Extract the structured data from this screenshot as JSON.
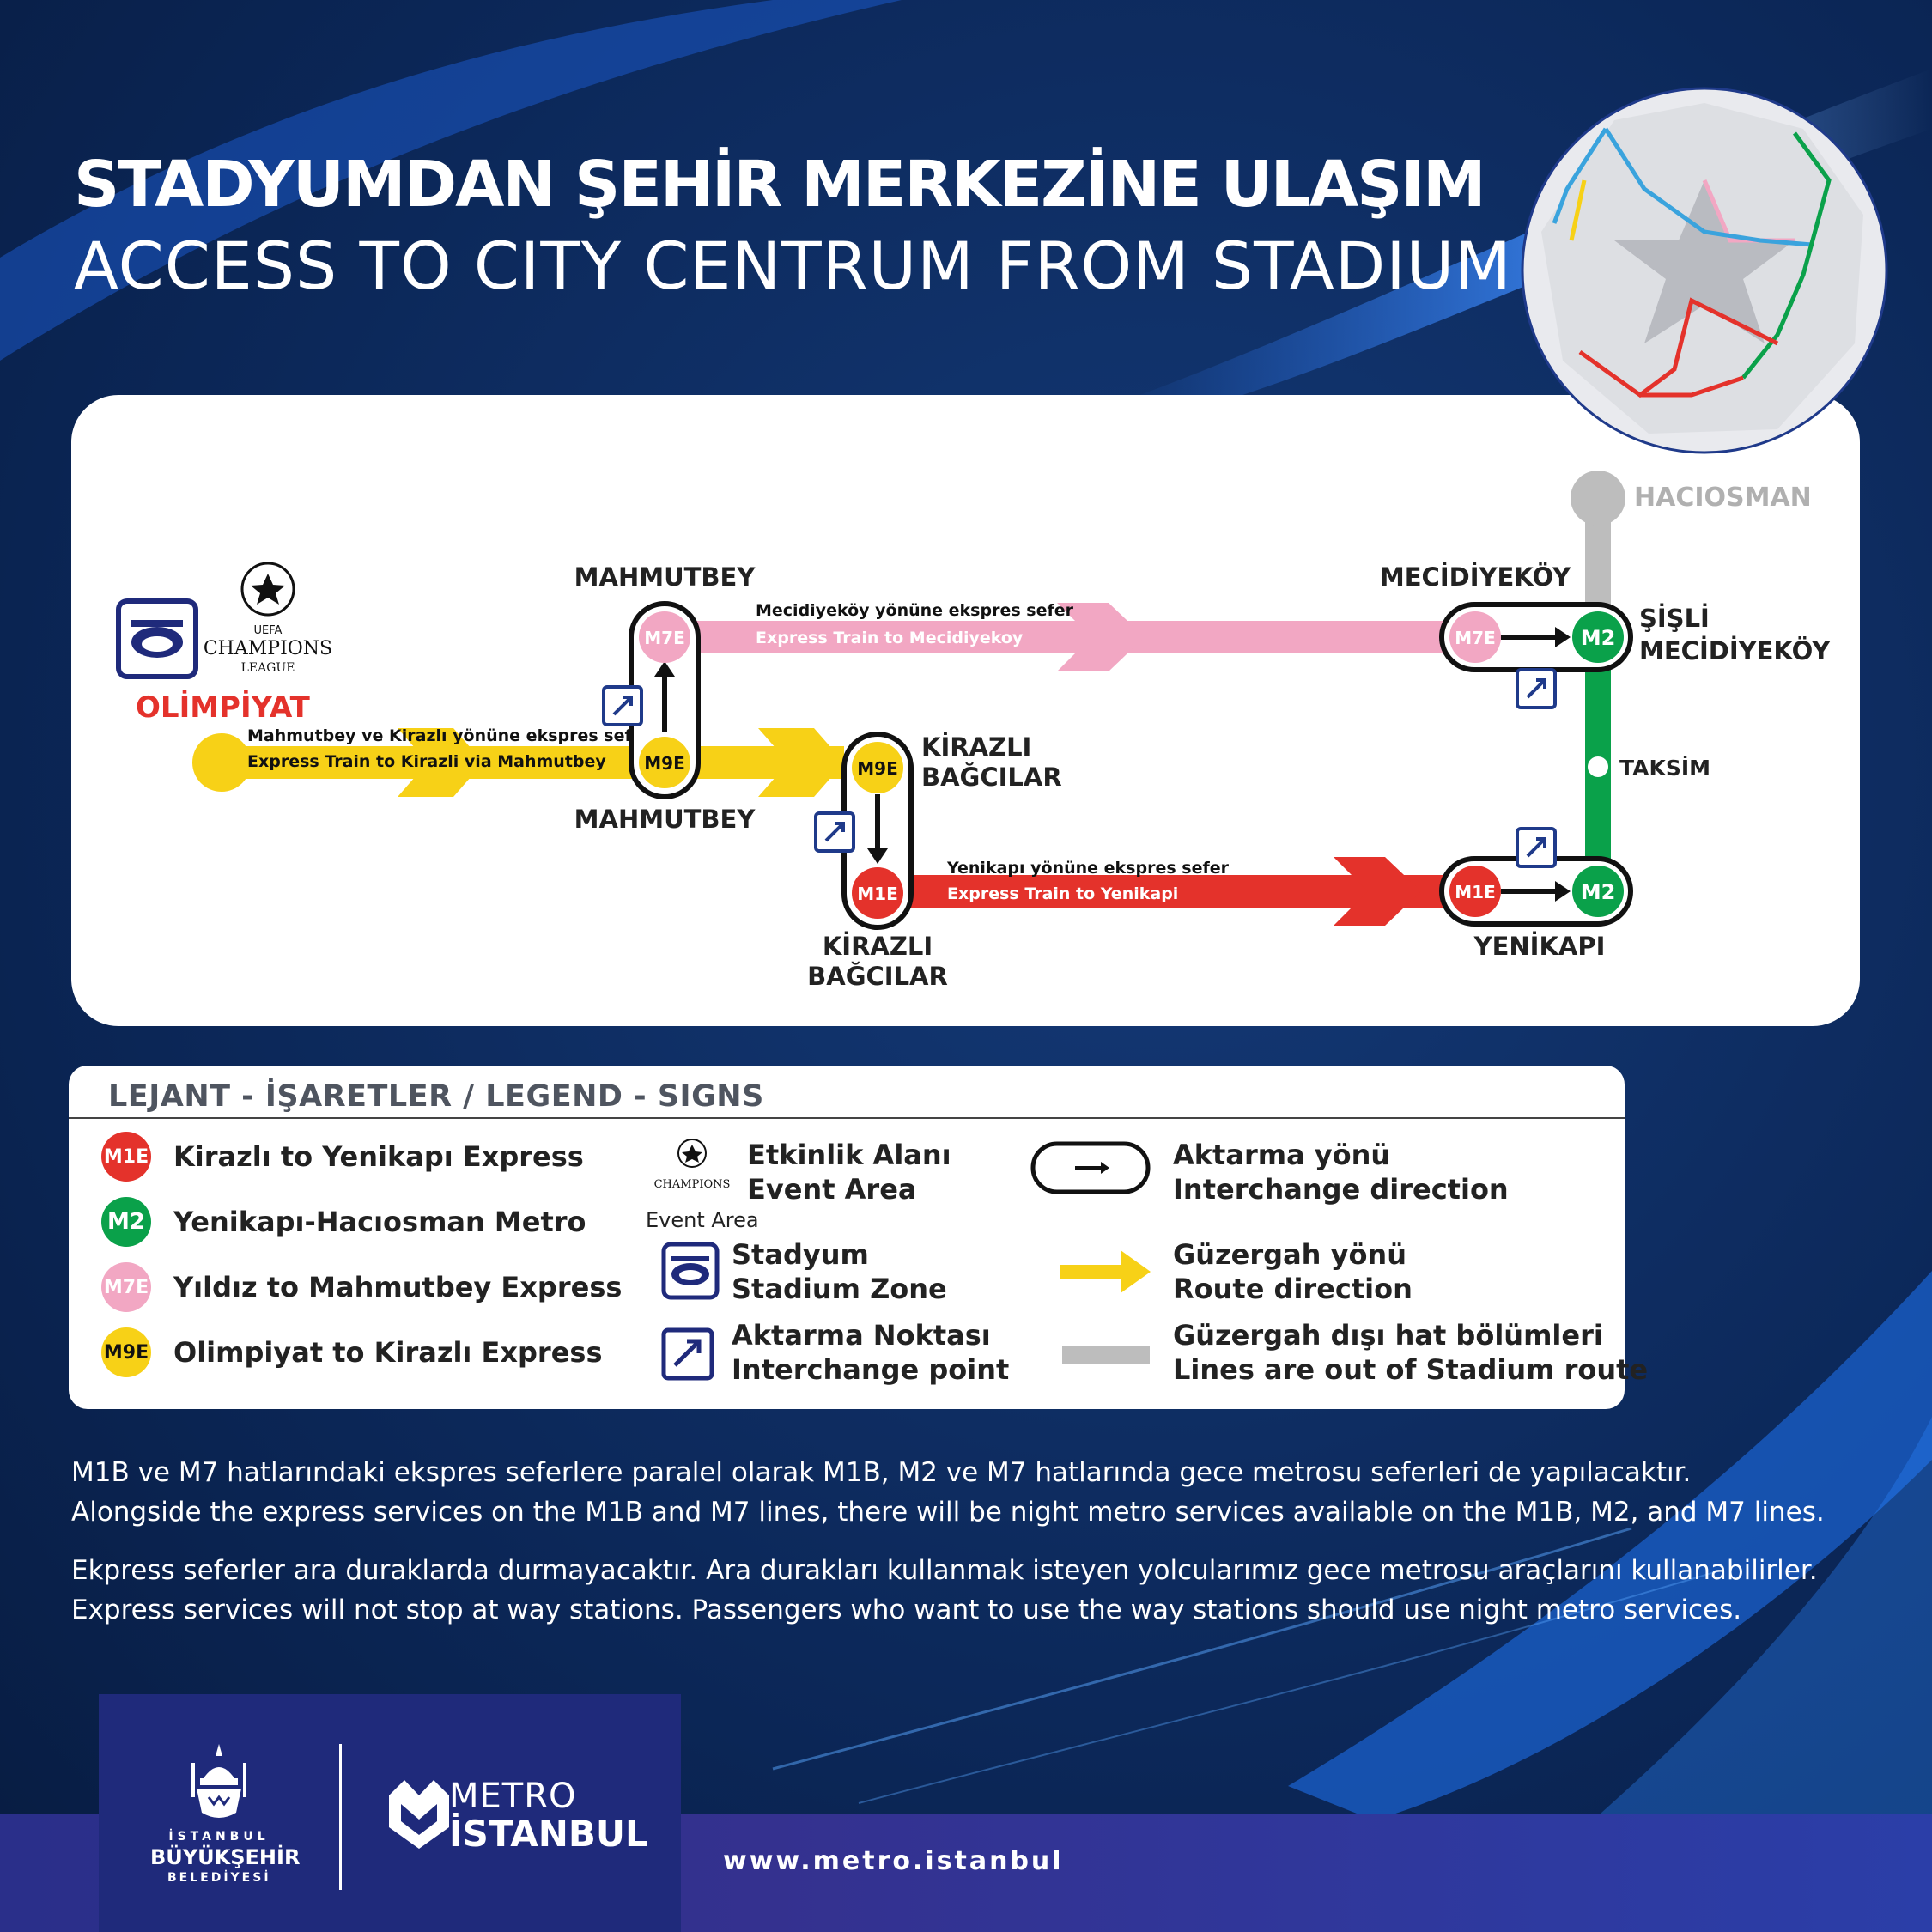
{
  "header": {
    "title_tr": "STADYUMDAN ŞEHİR MERKEZİNE ULAŞIM",
    "title_en": "ACCESS TO CITY CENTRUM FROM STADIUM"
  },
  "colors": {
    "m1": "#e4322b",
    "m2": "#0aa14a",
    "m7": "#f2a7c3",
    "m9": "#f7d117",
    "grey": "#bdbdbd",
    "navy": "#1f2a7b"
  },
  "map": {
    "stations": {
      "olimpiyat": "OLİMPİYAT",
      "mahmutbey_top": "MAHMUTBEY",
      "mahmutbey_bottom": "MAHMUTBEY",
      "kirazli_top": "KİRAZLI",
      "bagcilar_top": "BAĞCILAR",
      "kirazli_bottom": "KİRAZLI",
      "bagcilar_bottom": "BAĞCILAR",
      "mecidiyekoy": "MECİDİYEKÖY",
      "sisli": "ŞİŞLİ",
      "sisli_mecidiyekoy": "MECİDİYEKÖY",
      "taksim": "TAKSİM",
      "yenikapi": "YENİKAPI",
      "haciosman": "HACIOSMAN"
    },
    "routes": {
      "m9_tr": "Mahmutbey ve Kirazlı yönüne ekspres sefer",
      "m9_en": "Express Train to Kirazli via Mahmutbey",
      "m7_tr": "Mecidiyeköy yönüne ekspres sefer",
      "m7_en": "Express Train to Mecidiyekoy",
      "m1_tr": "Yenikapı yönüne ekspres sefer",
      "m1_en": "Express Train to Yenikapi"
    },
    "badges": {
      "m1": "M1E",
      "m2": "M2",
      "m7": "M7E",
      "m9": "M9E"
    },
    "ucl": {
      "line1": "UEFA",
      "line2": "CHAMPIONS",
      "line3": "LEAGUE"
    }
  },
  "legend": {
    "title": "LEJANT - İŞARETLER / LEGEND - SIGNS",
    "lines": [
      {
        "badge": "M1E",
        "label": "Kirazlı to Yenikapı Express"
      },
      {
        "badge": "M2",
        "label": "Yenikapı-Hacıosman Metro"
      },
      {
        "badge": "M7E",
        "label": "Yıldız to Mahmutbey Express"
      },
      {
        "badge": "M9E",
        "label": "Olimpiyat to Kirazlı Express"
      }
    ],
    "event_tr": "Etkinlik Alanı",
    "event_en": "Event Area",
    "event_caption": "Event Area",
    "stadium_tr": "Stadyum",
    "stadium_en": "Stadium Zone",
    "interchange_tr": "Aktarma Noktası",
    "interchange_en": "Interchange point",
    "direction_tr": "Aktarma yönü",
    "direction_en": "Interchange direction",
    "route_tr": "Güzergah yönü",
    "route_en": "Route direction",
    "offroute_tr": "Güzergah dışı hat bölümleri",
    "offroute_en": "Lines are out of Stadium route"
  },
  "notes": {
    "p1_tr": "M1B ve M7 hatlarındaki ekspres seferlere paralel olarak M1B, M2 ve M7 hatlarında gece metrosu seferleri de yapılacaktır.",
    "p1_en": "Alongside the express services on the M1B and M7 lines, there will be night metro services available on the M1B, M2, and M7 lines.",
    "p2_tr": "Ekpress seferler ara duraklarda durmayacaktır. Ara durakları kullanmak isteyen yolcularımız gece metrosu araçlarını kullanabilirler.",
    "p2_en": "Express services will not stop at way stations. Passengers who want to use the way stations should use night metro services."
  },
  "footer": {
    "ibb_line1": "İSTANBUL",
    "ibb_line2": "BÜYÜKŞEHİR",
    "ibb_line3": "BELEDİYESİ",
    "metro_line1": "METRO",
    "metro_line2": "İSTANBUL",
    "url": "www.metro.istanbul"
  }
}
